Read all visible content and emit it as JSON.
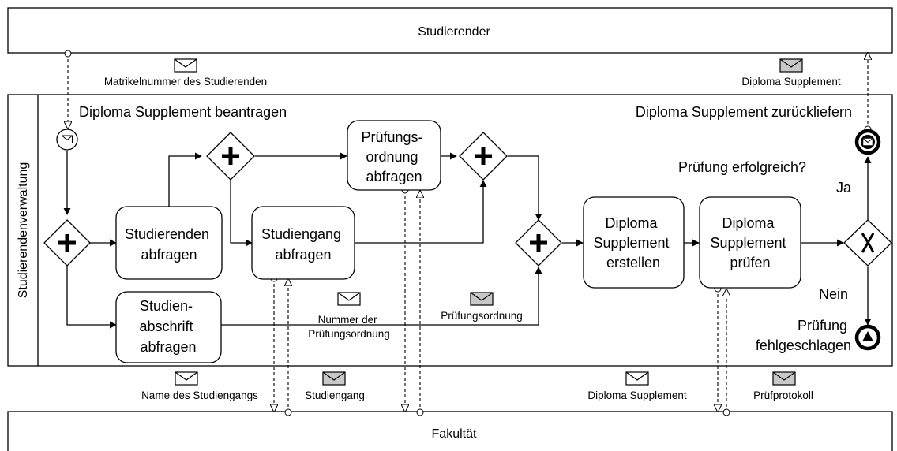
{
  "pools": {
    "studierender": "Studierender",
    "verwaltung": "Studierendenverwaltung",
    "fakultaet": "Fakultät"
  },
  "events": {
    "start": "Diploma Supplement beantragen",
    "end_message": "Diploma Supplement zurückliefern",
    "end_fail_line1": "Prüfung",
    "end_fail_line2": "fehlgeschlagen"
  },
  "tasks": {
    "studierende": [
      "Studierenden",
      "abfragen"
    ],
    "studiengang": [
      "Studiengang",
      "abfragen"
    ],
    "abschrift": [
      "Studien-",
      "abschrift",
      "abfragen"
    ],
    "pruefungsordnung": [
      "Prüfungs-",
      "ordnung",
      "abfragen"
    ],
    "erstellen": [
      "Diploma",
      "Supplement",
      "erstellen"
    ],
    "pruefen": [
      "Diploma",
      "Supplement",
      "prüfen"
    ]
  },
  "gateway": {
    "question": "Prüfung erfolgreich?",
    "yes": "Ja",
    "no": "Nein"
  },
  "messages": {
    "matrikel": "Matrikelnummer des Studierenden",
    "ds_to_student": "Diploma Supplement",
    "nummer_line1": "Nummer der",
    "nummer_line2": "Prüfungsordnung",
    "pruefungsordnung": "Prüfungsordnung",
    "name_studiengang": "Name des Studiengangs",
    "studiengang": "Studiengang",
    "ds_to_fakultaet": "Diploma Supplement",
    "pruefprotokoll": "Prüfprotokoll"
  }
}
